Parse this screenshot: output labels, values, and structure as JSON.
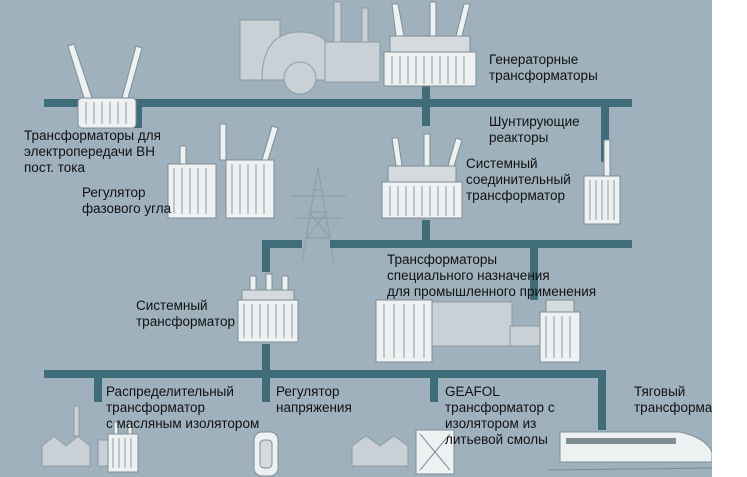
{
  "labels": {
    "generator_transformers": "Генераторные\nтрансформаторы",
    "hvdc_transformers": "Трансформаторы для\nэлектропередачи ВН\nпост. тока",
    "shunt_reactors": "Шунтирующие\nреакторы",
    "phase_angle_regulator": "Регулятор\nфазового угла",
    "system_interconnecting_transformer": "Системный\nсоединительный\nтрансформатор",
    "special_purpose_transformers": "Трансформаторы\nспециального назначения\nдля промышленного применения",
    "system_transformer": "Системный\nтрансформатор",
    "oil_distribution_transformer": "Распределительный\nтрансформатор\nс масляным изолятором",
    "voltage_regulator": "Регулятор\nнапряжения",
    "geafol_transformer": "GEAFOL\nтрансформатор с\nизолятором из\nлитьевой смолы",
    "traction_transformer": "Тяговый\nтрансформатор"
  },
  "colors": {
    "background": "#9fb1bd",
    "bus": "#3f6d79",
    "equipment": "#eef1f2"
  }
}
